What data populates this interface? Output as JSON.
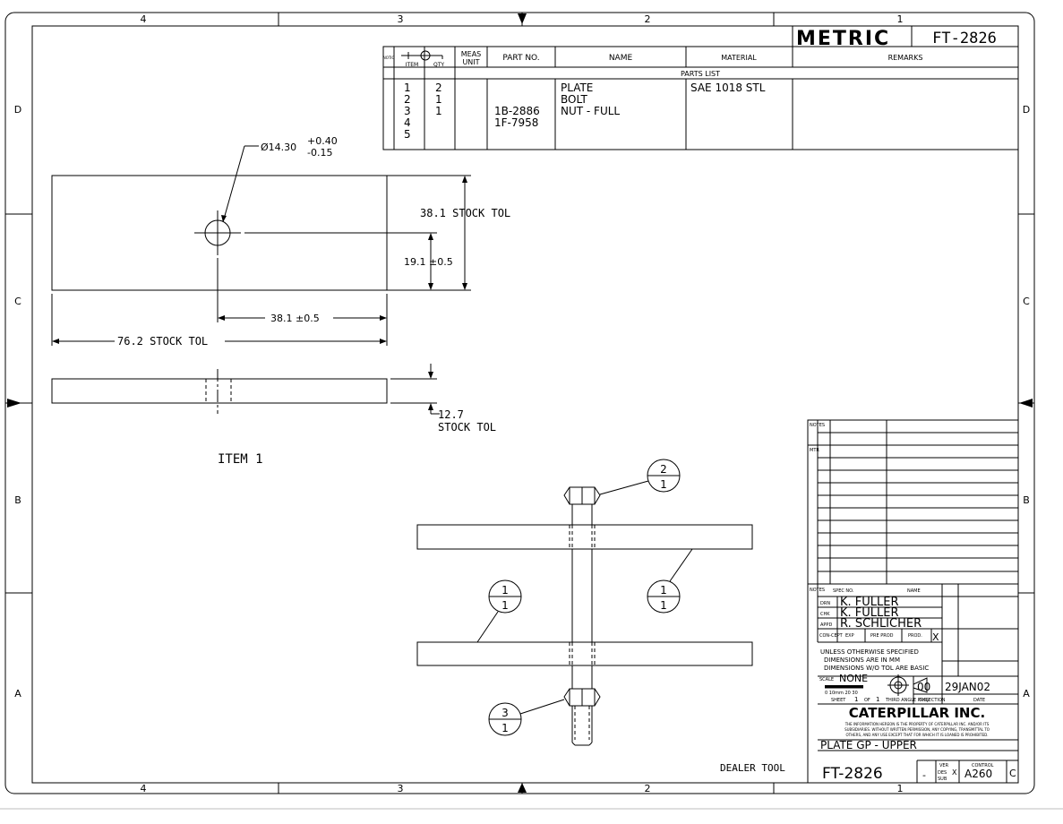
{
  "zones": {
    "cols": [
      "4",
      "3",
      "2",
      "1"
    ],
    "rows": [
      "D",
      "C",
      "B",
      "A"
    ]
  },
  "header": {
    "metric": "METRIC",
    "drawing_no": "FT-2826"
  },
  "parts_list": {
    "col_notic": "NOTIC",
    "col_item": "ITEM",
    "col_qty": "QTY",
    "col_meas": "MEAS",
    "col_unit": "UNIT",
    "col_part": "PART NO.",
    "col_name": "NAME",
    "col_material": "MATERIAL",
    "col_remarks": "REMARKS",
    "title": "PARTS LIST",
    "items": [
      "1",
      "2",
      "3",
      "4",
      "5"
    ],
    "qtys": [
      "2",
      "1",
      "1"
    ],
    "parts": [
      "1B-2886",
      "1F-7958"
    ],
    "names": [
      "PLATE",
      "BOLT",
      "NUT - FULL"
    ],
    "materials": [
      "SAE 1018 STL"
    ]
  },
  "dims": {
    "hole_dia": "Ø14.30",
    "hole_tol_plus": "+0.40",
    "hole_tol_minus": "-0.15",
    "height": "38.1 STOCK TOL",
    "half_height": "19.1",
    "half_height_tol": "±0.5",
    "half_width": "38.1 ±0.5",
    "width": "76.2 STOCK TOL",
    "thickness": "12.7",
    "thickness_tol": "STOCK TOL"
  },
  "item_label": "ITEM 1",
  "balloons": [
    {
      "top": "2",
      "bottom": "1"
    },
    {
      "top": "1",
      "bottom": "1"
    },
    {
      "top": "1",
      "bottom": "1"
    },
    {
      "top": "3",
      "bottom": "1"
    }
  ],
  "dealer_tool": "DEALER TOOL",
  "title_block": {
    "notes_lbl": "NOTES",
    "mtr_lbl": "MTR",
    "spec_no": "SPEC NO.",
    "name_lbl": "NAME",
    "drn_lbl": "DRN",
    "drn": "K. FULLER",
    "chk_lbl": "CHK",
    "chk": "K. FULLER",
    "appd_lbl": "APPD",
    "appd": "R. SCHLICHER",
    "concept": "CON-CEPT",
    "exp": "EXP",
    "pre_prod": "PRE PROD",
    "prod": "PROD.",
    "prod_mark": "X",
    "unless": "UNLESS OTHERWISE SPECIFIED",
    "dims_mm": "DIMENSIONS ARE IN MM",
    "dims_basic": "DIMENSIONS W/O TOL ARE BASIC",
    "scale_lbl": "SCALE",
    "scale": "NONE",
    "scale_ticks": "0  10mm  20  30",
    "sheet": "SHEET",
    "sheet_no": "1",
    "of": "OF",
    "sheet_total": "1",
    "third_angle": "THIRD ANGLE PROJECTION",
    "chg_no": "00",
    "chg_date": "29JAN02",
    "chg_lbl": "CHG",
    "date_lbl": "DATE",
    "company": "CATERPILLAR INC.",
    "legal1": "THE INFORMATION HEREON IS THE PROPERTY OF CATERPILLAR INC. AND/OR ITS",
    "legal2": "SUBSIDIARIES. WITHOUT WRITTEN PERMISSION, ANY COPYING, TRANSMITTAL TO",
    "legal3": "OTHERS, AND ANY USE EXCEPT THAT FOR WHICH IT IS LOANED IS PROHIBITED.",
    "title": "PLATE GP - UPPER",
    "drawing_no": "FT-2826",
    "ver_lbl": "VER",
    "ver": "-",
    "control_lbl": "CONTROL",
    "des": "DES",
    "des_mark": "X",
    "sub": "SUB",
    "control": "A260",
    "size": "C"
  }
}
